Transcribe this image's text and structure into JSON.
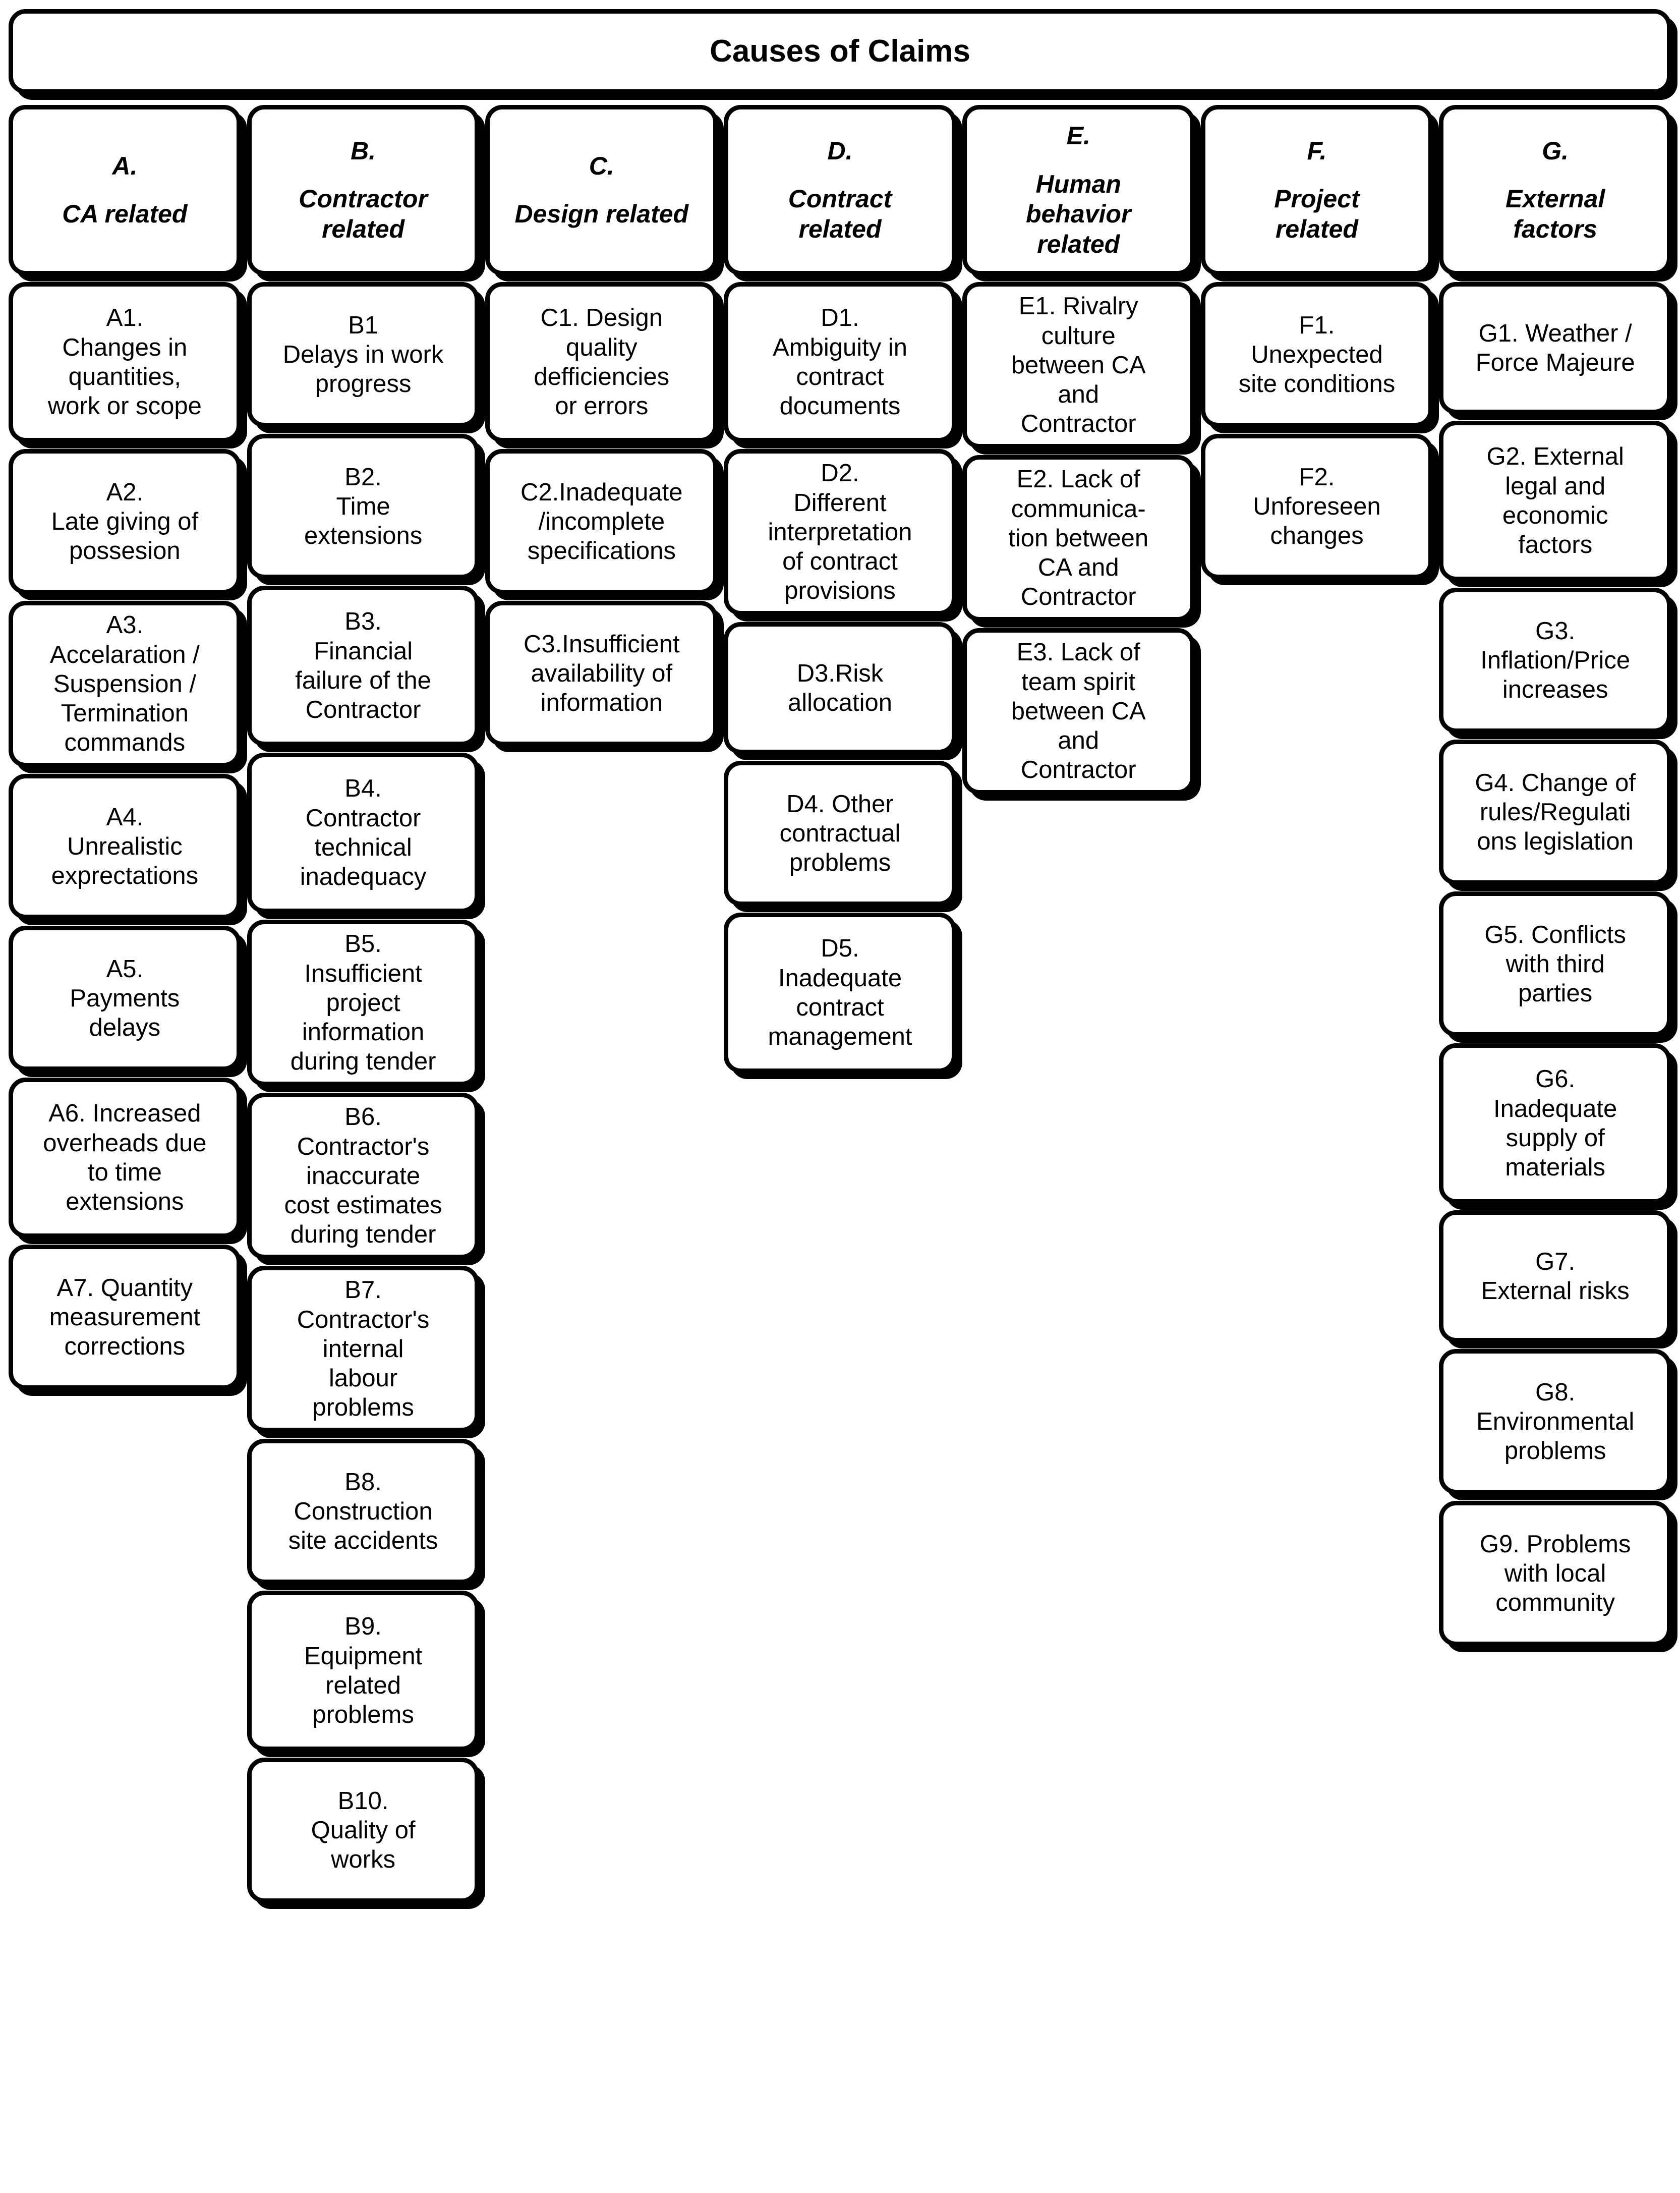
{
  "title": "Causes of Claims",
  "columns": [
    {
      "id": "A",
      "header_letter": "A.",
      "header_lines": [
        "CA related"
      ],
      "items": [
        {
          "lines": [
            "A1.",
            "Changes in",
            "quantities,",
            "work or scope"
          ]
        },
        {
          "lines": [
            "A2.",
            "Late giving of",
            "possesion"
          ]
        },
        {
          "lines": [
            "A3.",
            "Accelaration /",
            "Suspension /",
            "Termination",
            "commands"
          ]
        },
        {
          "lines": [
            "A4.",
            "Unrealistic",
            "exprectations"
          ]
        },
        {
          "lines": [
            "A5.",
            "Payments",
            "delays"
          ]
        },
        {
          "lines": [
            "A6. Increased",
            "overheads due",
            "to time",
            "extensions"
          ]
        },
        {
          "lines": [
            "A7. Quantity",
            "measurement",
            "corrections"
          ]
        }
      ]
    },
    {
      "id": "B",
      "header_letter": "B.",
      "header_lines": [
        "Contractor",
        "related"
      ],
      "items": [
        {
          "lines": [
            "B1",
            "Delays in work",
            "progress"
          ]
        },
        {
          "lines": [
            "B2.",
            "Time",
            "extensions"
          ]
        },
        {
          "lines": [
            "B3.",
            "Financial",
            "failure of the",
            "Contractor"
          ]
        },
        {
          "lines": [
            "B4.",
            "Contractor",
            "technical",
            "inadequacy"
          ]
        },
        {
          "lines": [
            "B5.",
            "Insufficient",
            "project",
            "information",
            "during tender"
          ]
        },
        {
          "lines": [
            "B6.",
            "Contractor's",
            "inaccurate",
            "cost estimates",
            "during tender"
          ]
        },
        {
          "lines": [
            "B7.",
            "Contractor's",
            "internal",
            "labour",
            "problems"
          ]
        },
        {
          "lines": [
            "B8.",
            "Construction",
            "site accidents"
          ]
        },
        {
          "lines": [
            "B9.",
            "Equipment",
            "related",
            "problems"
          ]
        },
        {
          "lines": [
            "B10.",
            "Quality of",
            "works"
          ]
        }
      ]
    },
    {
      "id": "C",
      "header_letter": "C.",
      "header_lines": [
        "Design related"
      ],
      "items": [
        {
          "lines": [
            "C1. Design",
            "quality",
            "defficiencies",
            "or errors"
          ]
        },
        {
          "lines": [
            "C2.Inadequate",
            "/incomplete",
            "specifications"
          ]
        },
        {
          "lines": [
            "C3.Insufficient",
            "availability of",
            "information"
          ]
        }
      ]
    },
    {
      "id": "D",
      "header_letter": "D.",
      "header_lines": [
        "Contract",
        "related"
      ],
      "items": [
        {
          "lines": [
            "D1.",
            "Ambiguity in",
            "contract",
            "documents"
          ]
        },
        {
          "lines": [
            "D2.",
            "Different",
            "interpretation",
            "of contract",
            "provisions"
          ]
        },
        {
          "lines": [
            "D3.Risk",
            "allocation"
          ]
        },
        {
          "lines": [
            "D4. Other",
            "contractual",
            "problems"
          ]
        },
        {
          "lines": [
            "D5.",
            "Inadequate",
            "contract",
            "management"
          ]
        }
      ]
    },
    {
      "id": "E",
      "header_letter": "E.",
      "header_lines": [
        "Human",
        "behavior",
        "related"
      ],
      "items": [
        {
          "lines": [
            "E1. Rivalry",
            "culture",
            "between CA",
            "and",
            "Contractor"
          ]
        },
        {
          "lines": [
            "E2. Lack of",
            "communica-",
            "tion between",
            "CA and",
            "Contractor"
          ]
        },
        {
          "lines": [
            "E3. Lack of",
            "team spirit",
            "between CA",
            "and",
            "Contractor"
          ]
        }
      ]
    },
    {
      "id": "F",
      "header_letter": "F.",
      "header_lines": [
        "Project",
        "related"
      ],
      "items": [
        {
          "lines": [
            "F1.",
            "Unexpected",
            "site conditions"
          ]
        },
        {
          "lines": [
            "F2.",
            "Unforeseen",
            "changes"
          ]
        }
      ]
    },
    {
      "id": "G",
      "header_letter": "G.",
      "header_lines": [
        "External",
        "factors"
      ],
      "items": [
        {
          "lines": [
            "G1. Weather /",
            "Force Majeure"
          ]
        },
        {
          "lines": [
            "G2. External",
            "legal and",
            "economic",
            "factors"
          ]
        },
        {
          "lines": [
            "G3.",
            "Inflation/Price",
            "increases"
          ]
        },
        {
          "lines": [
            "G4. Change of",
            "rules/Regulati",
            "ons legislation"
          ]
        },
        {
          "lines": [
            "G5. Conflicts",
            "with third",
            "parties"
          ]
        },
        {
          "lines": [
            "G6.",
            "Inadequate",
            "supply of",
            "materials"
          ]
        },
        {
          "lines": [
            "G7.",
            "External risks"
          ]
        },
        {
          "lines": [
            "G8.",
            "Environmental",
            "problems"
          ]
        },
        {
          "lines": [
            "G9. Problems",
            "with local",
            "community"
          ]
        }
      ]
    }
  ],
  "style": {
    "border_color": "#000000",
    "background_color": "#ffffff",
    "text_color": "#000000"
  }
}
